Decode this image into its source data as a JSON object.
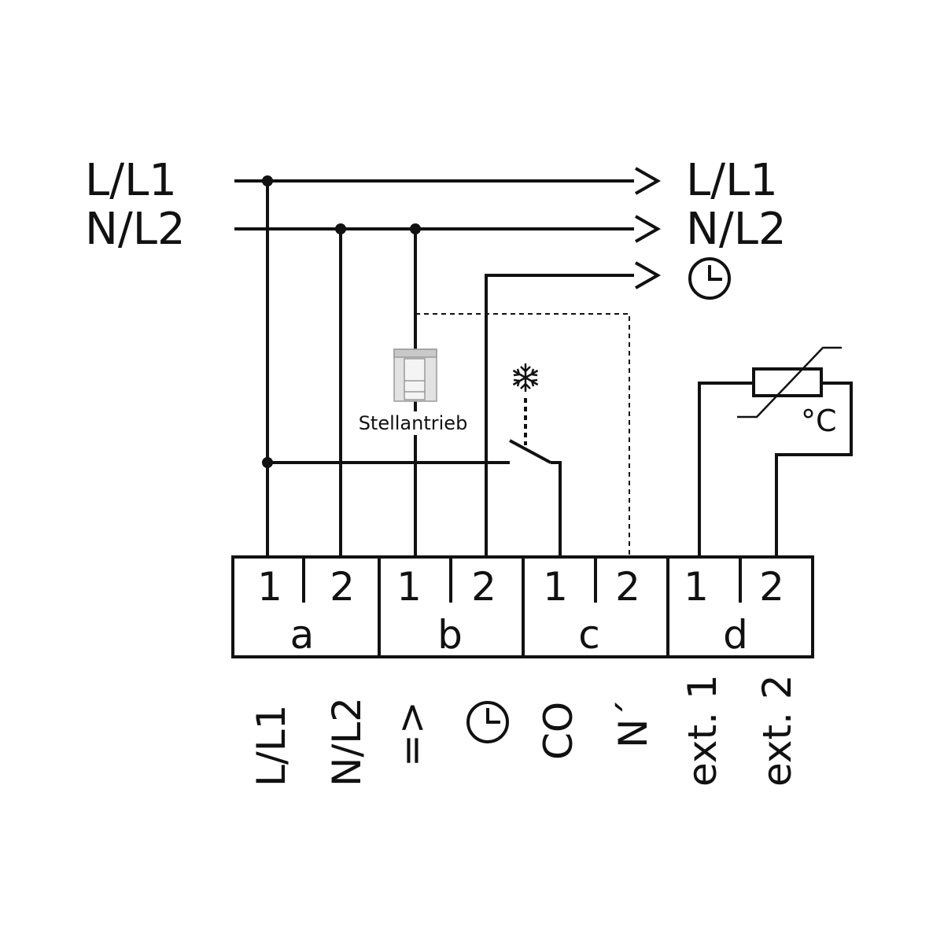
{
  "supply": {
    "left": {
      "l": "L/L1",
      "n": "N/L2"
    },
    "right": {
      "l": "L/L1",
      "n": "N/L2"
    }
  },
  "actuator": {
    "label": "Stellantrieb"
  },
  "sensor": {
    "unit": "°C"
  },
  "terminal_block": {
    "groups": [
      {
        "letter": "a",
        "terminals": [
          "1",
          "2"
        ]
      },
      {
        "letter": "b",
        "terminals": [
          "1",
          "2"
        ]
      },
      {
        "letter": "c",
        "terminals": [
          "1",
          "2"
        ]
      },
      {
        "letter": "d",
        "terminals": [
          "1",
          "2"
        ]
      }
    ]
  },
  "bottom_labels": [
    "L/L1",
    "N/L2",
    "=>",
    "CO",
    "N´",
    "ext. 1",
    "ext. 2"
  ],
  "icons": {
    "clock_output": "clock-icon",
    "clock_terminal": "clock-icon",
    "cooling": "snowflake-icon",
    "actuator": "actuator-icon",
    "sensor": "ntc-resistor-icon"
  },
  "colors": {
    "line": "#111111",
    "background": "#ffffff",
    "actuator_body": "#d8d8d8"
  }
}
